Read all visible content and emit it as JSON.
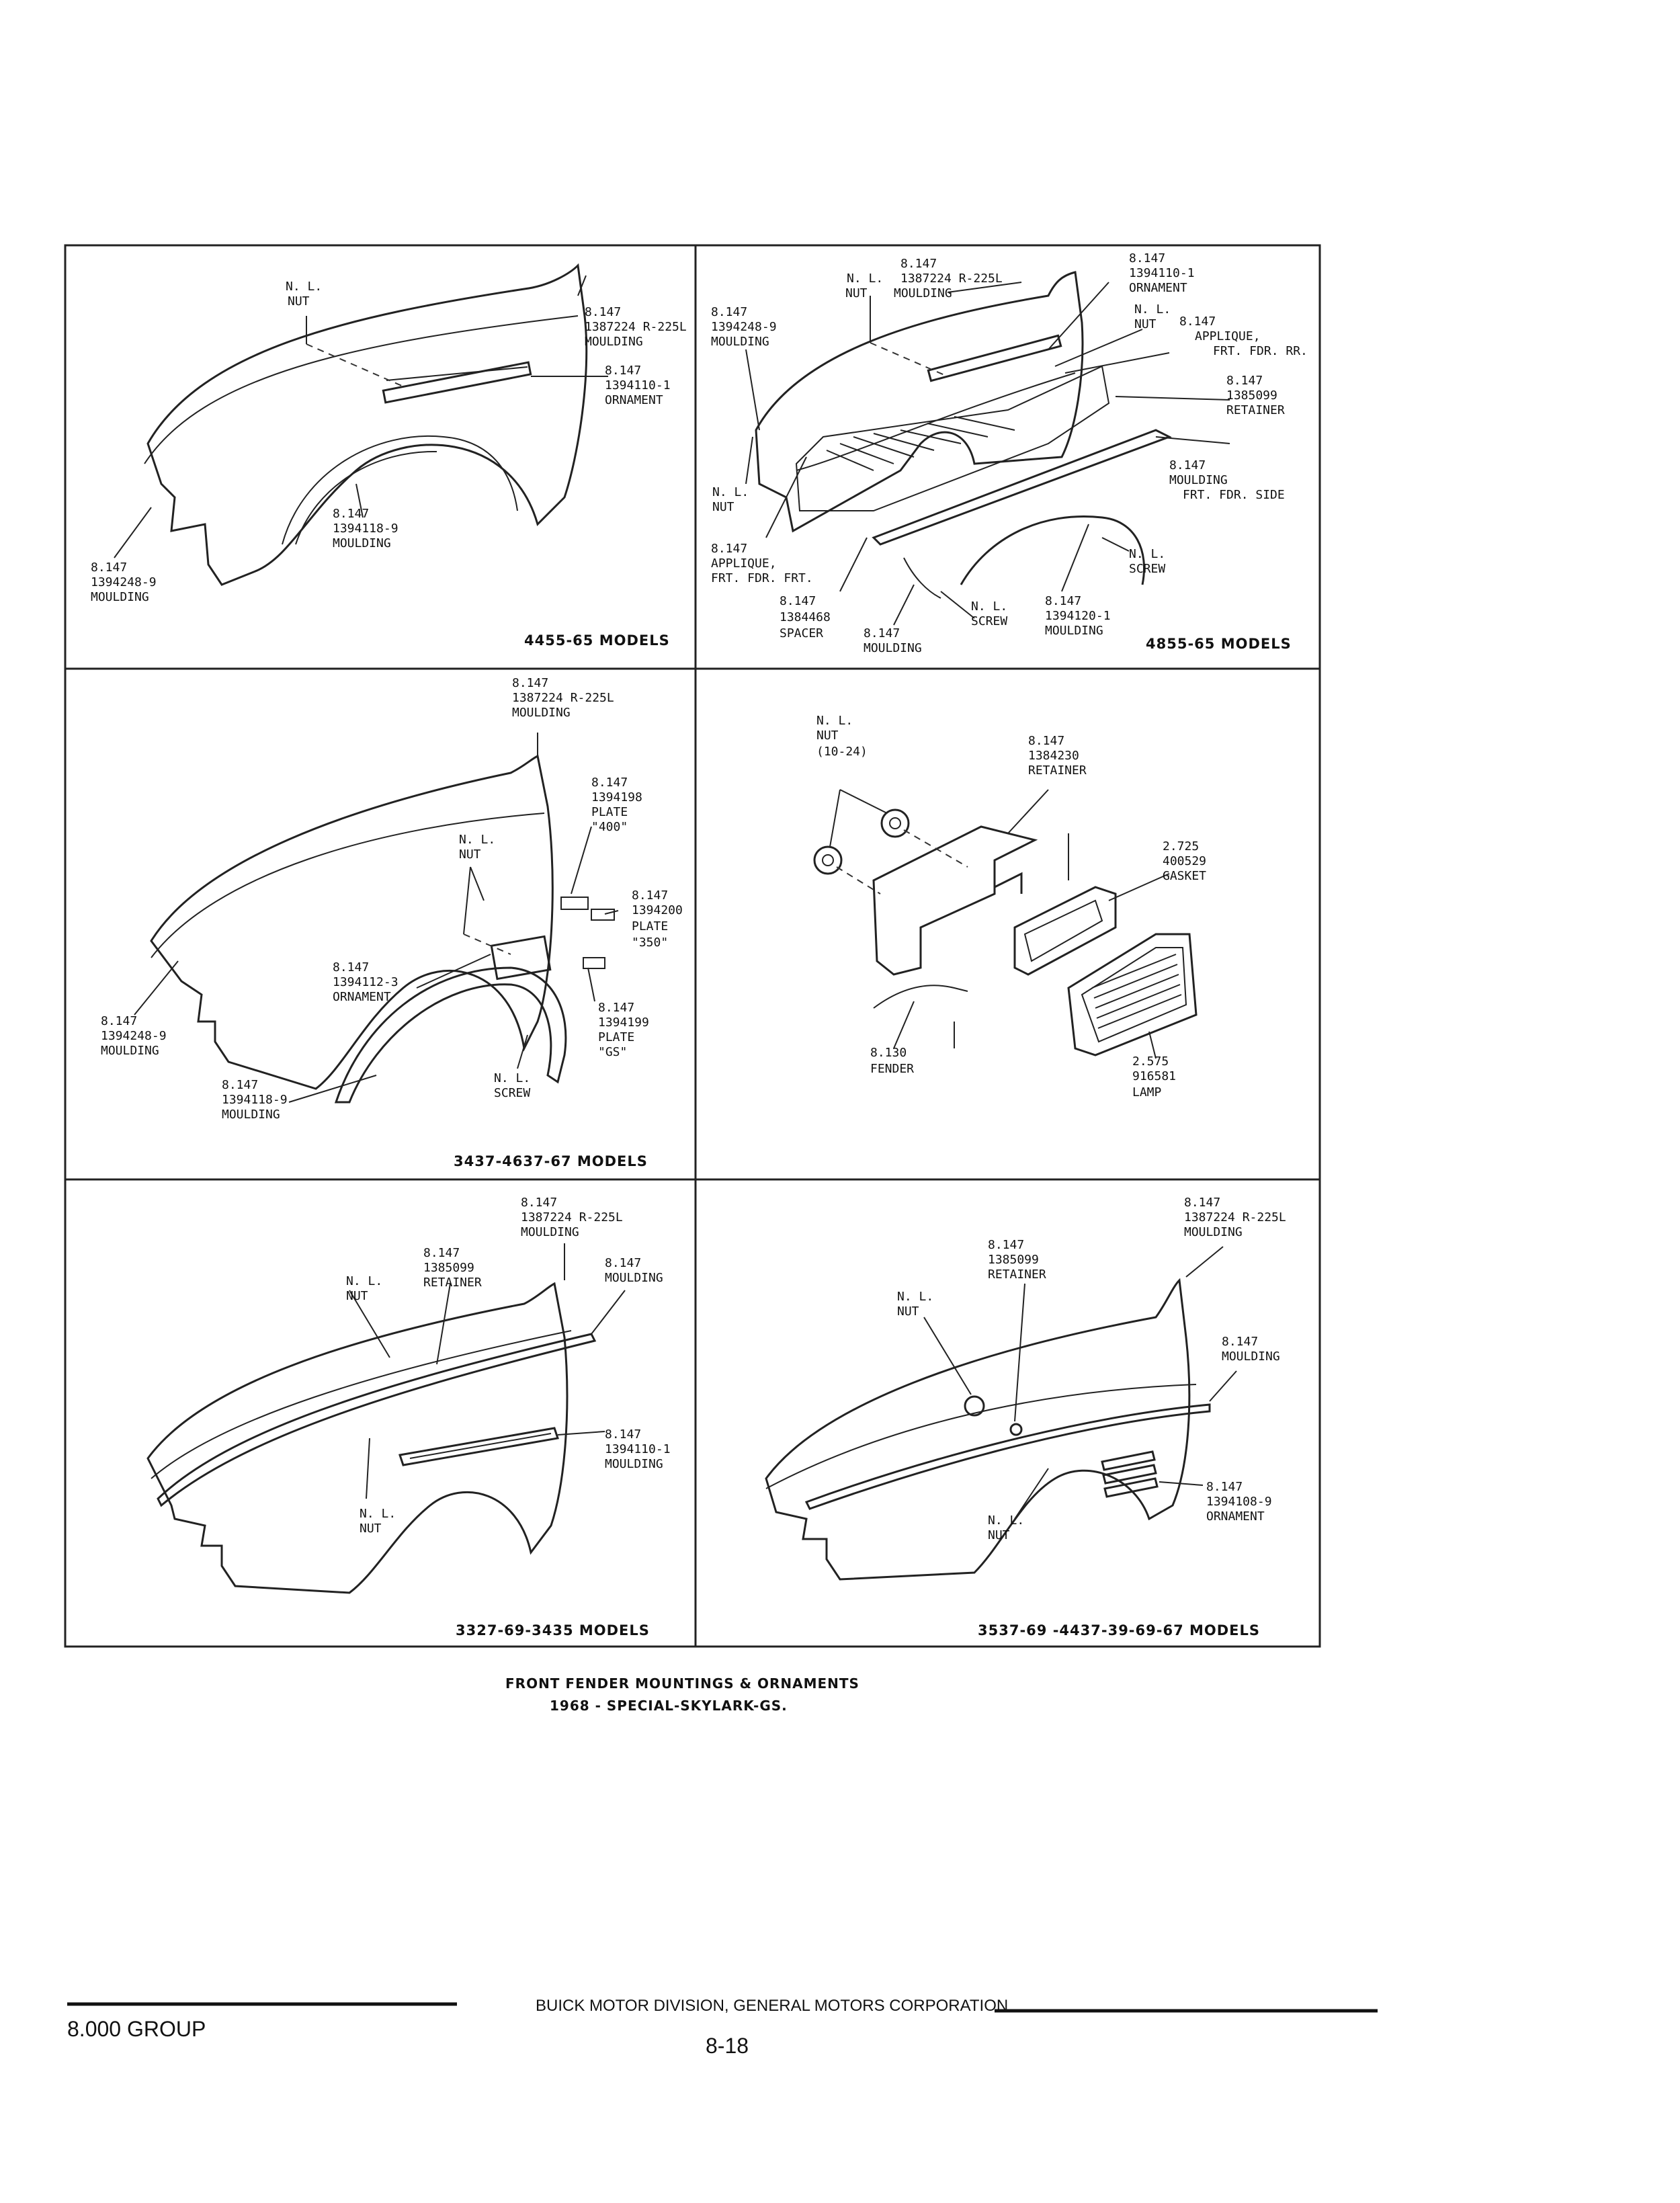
{
  "panels": {
    "p1": {
      "model": "4455-65 MODELS",
      "labels": {
        "nut_a": "N. L.",
        "nut_b": "NUT",
        "m1a": "8.147",
        "m1b": "1387224 R-225L",
        "m1c": "MOULDING",
        "o1a": "8.147",
        "o1b": "1394110-1",
        "o1c": "ORNAMENT",
        "m2a": "8.147",
        "m2b": "1394118-9",
        "m2c": "MOULDING",
        "m3a": "8.147",
        "m3b": "1394248-9",
        "m3c": "MOULDING"
      }
    },
    "p2": {
      "model": "4855-65 MODELS",
      "labels": {
        "a1": "8.147",
        "a2": "1387224 R-225L",
        "a3a": "N. L.",
        "a3b": "MOULDING",
        "a4": "NUT",
        "b1": "8.147",
        "b2": "1394248-9",
        "b3": "MOULDING",
        "c1": "8.147",
        "c2": "1394110-1",
        "c3": "ORNAMENT",
        "d1": "N. L.",
        "d2": "NUT",
        "e1": "8.147",
        "e2": "APPLIQUE,",
        "e3": "FRT. FDR. RR.",
        "f1": "8.147",
        "f2": "1385099",
        "f3": "RETAINER",
        "g1": "8.147",
        "g2": "MOULDING",
        "g3": "FRT. FDR. SIDE",
        "h1": "N. L.",
        "h2": "NUT",
        "i1": "8.147",
        "i2": "APPLIQUE,",
        "i3": "FRT. FDR. FRT.",
        "j1": "8.147",
        "j2": "1384468",
        "j3": "SPACER",
        "k1": "8.147",
        "k2": "MOULDING",
        "l1": "N. L.",
        "l2": "SCREW",
        "m1": "8.147",
        "m2": "1394120-1",
        "m3": "MOULDING",
        "n1": "N. L.",
        "n2": "SCREW"
      }
    },
    "p3": {
      "model": "3437-4637-67 MODELS",
      "labels": {
        "a1": "8.147",
        "a2": "1387224 R-225L",
        "a3": "MOULDING",
        "b1": "8.147",
        "b2": "1394198",
        "b3": "PLATE",
        "b4": "\"400\"",
        "c1": "N. L.",
        "c2": "NUT",
        "d1": "8.147",
        "d2": "1394200",
        "d3": "PLATE",
        "d4": "\"350\"",
        "e1": "8.147",
        "e2": "1394112-3",
        "e3": "ORNAMENT",
        "f1": "8.147",
        "f2": "1394199",
        "f3": "PLATE",
        "f4": "\"GS\"",
        "g1": "8.147",
        "g2": "1394248-9",
        "g3": "MOULDING",
        "h1": "N. L.",
        "h2": "SCREW",
        "i1": "8.147",
        "i2": "1394118-9",
        "i3": "MOULDING"
      }
    },
    "p4": {
      "labels": {
        "a1": "N. L.",
        "a2": "NUT",
        "a3": "(10-24)",
        "b1": "8.147",
        "b2": "1384230",
        "b3": "RETAINER",
        "c1": "2.725",
        "c2": "400529",
        "c3": "GASKET",
        "d1": "8.130",
        "d2": "FENDER",
        "e1": "2.575",
        "e2": "916581",
        "e3": "LAMP"
      }
    },
    "p5": {
      "model": "3327-69-3435 MODELS",
      "labels": {
        "a1": "8.147",
        "a2": "1387224 R-225L",
        "a3": "MOULDING",
        "b1": "8.147",
        "b2": "1385099",
        "b3": "RETAINER",
        "c1": "N. L.",
        "c2": "NUT",
        "d1": "8.147",
        "d2": "MOULDING",
        "e1": "8.147",
        "e2": "1394110-1",
        "e3": "MOULDING",
        "f1": "N. L.",
        "f2": "NUT"
      }
    },
    "p6": {
      "model": "3537-69 -4437-39-69-67 MODELS",
      "labels": {
        "a1": "8.147",
        "a2": "1387224 R-225L",
        "a3": "MOULDING",
        "b1": "8.147",
        "b2": "1385099",
        "b3": "RETAINER",
        "c1": "N. L.",
        "c2": "NUT",
        "d1": "8.147",
        "d2": "MOULDING",
        "e1": "8.147",
        "e2": "1394108-9",
        "e3": "ORNAMENT",
        "f1": "N. L.",
        "f2": "NUT"
      }
    }
  },
  "caption": {
    "line1": "FRONT FENDER MOUNTINGS & ORNAMENTS",
    "line2": "1968 - SPECIAL-SKYLARK-GS."
  },
  "footer": {
    "division": "BUICK MOTOR DIVISION, GENERAL MOTORS CORPORATION",
    "group": "8.000 GROUP",
    "page": "8-18"
  }
}
